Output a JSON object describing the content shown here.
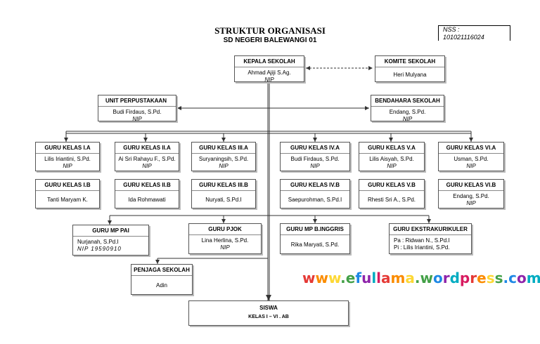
{
  "title": "STRUKTUR ORGANISASI",
  "subtitle": "SD NEGERI BALEWANGI 01",
  "nss": {
    "line1": "NSS     :",
    "line2": "101021116024"
  },
  "kepala": {
    "head": "KEPALA SEKOLAH",
    "name": "Ahmad Ajiji S.Ag.",
    "nip": "NIP"
  },
  "komite": {
    "head": "KOMITE SEKOLAH",
    "name": "Heri Mulyana"
  },
  "perpus": {
    "head": "UNIT PERPUSTAKAAN",
    "name": "Budi Firdaus, S.Pd.",
    "nip": "NIP"
  },
  "bendahara": {
    "head": "BENDAHARA SEKOLAH",
    "name": "Endang, S.Pd.",
    "nip": "NIP"
  },
  "row_a": [
    {
      "head": "GURU KELAS I.A",
      "name": "Lilis Iriantini, S.Pd.",
      "nip": "NIP"
    },
    {
      "head": "GURU KELAS II.A",
      "name": "Ai Sri Rahayu F., S.Pd.",
      "nip": "NIP"
    },
    {
      "head": "GURU KELAS III.A",
      "name": "Suryaningsih, S.Pd.",
      "nip": "NIP"
    },
    {
      "head": "GURU KELAS IV.A",
      "name": "Budi Firdaus, S.Pd.",
      "nip": "NIP"
    },
    {
      "head": "GURU KELAS V.A",
      "name": "Lilis Aisyah, S.Pd.",
      "nip": "NIP"
    },
    {
      "head": "GURU KELAS VI.A",
      "name": "Usman, S.Pd.",
      "nip": "NIP"
    }
  ],
  "row_b": [
    {
      "head": "GURU KELAS I.B",
      "name": "Tanti Maryam K.",
      "nip": ""
    },
    {
      "head": "GURU KELAS II.B",
      "name": "Ida Rohmawati",
      "nip": ""
    },
    {
      "head": "GURU KELAS III.B",
      "name": "Nuryati, S.Pd.I",
      "nip": ""
    },
    {
      "head": "GURU KELAS IV.B",
      "name": "Saepurohman, S.Pd.I",
      "nip": ""
    },
    {
      "head": "GURU KELAS V.B",
      "name": "Rhesti Sri A., S.Pd.",
      "nip": ""
    },
    {
      "head": "GURU KELAS VI.B",
      "name": "Endang, S.Pd.",
      "nip": "NIP"
    }
  ],
  "pai": {
    "head": "GURU MP PAI",
    "name": "Nurjanah, S.Pd.I",
    "nip": "NIP 19590910"
  },
  "pjok": {
    "head": "GURU PJOK",
    "name": "Lina Herlina, S.Pd.",
    "nip": "NIP"
  },
  "inggris": {
    "head": "GURU MP B.INGGRIS",
    "name": "Rika Maryati, S.Pd."
  },
  "ekskul": {
    "head": "GURU EKSTRAKURIKULER",
    "line1": "Pa   :  Ridwan N., S.Pd.I",
    "line2": "Pi    :  Lilis Iriantini, S.Pd."
  },
  "penjaga": {
    "head": "PENJAGA SEKOLAH",
    "name": "Adin"
  },
  "siswa": {
    "head": "SISWA",
    "sub": "KELAS I – VI . AB"
  },
  "watermark": {
    "text": "www.efullama.wordpress.com",
    "colors": [
      "#e53935",
      "#fb8c00",
      "#fdd835",
      "#43a047",
      "#1e88e5",
      "#8e24aa",
      "#00acc1",
      "#d81b60"
    ]
  }
}
